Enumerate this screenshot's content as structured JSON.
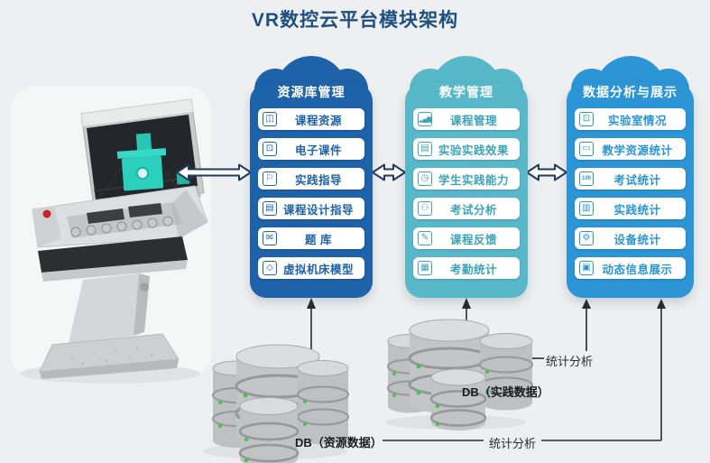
{
  "title": "VR数控云平台模块架构",
  "palette": {
    "background": "#edeff0",
    "title_color": "#1d5080",
    "column1": "#1e63a9",
    "column2": "#57b8ca",
    "column3": "#2c95d6",
    "arrow_outline": "#1f3c5c",
    "line_color": "#2a2a2a",
    "db_led_green": "#46c24e",
    "vr_model_teal": "#2bd0bc"
  },
  "columns": [
    {
      "header": "资源库管理",
      "color": "#1e63a9",
      "items": [
        {
          "label": "课程资源",
          "icon": "book-icon",
          "glyph": "◫"
        },
        {
          "label": "电子课件",
          "icon": "presentation-icon",
          "glyph": "⊡"
        },
        {
          "label": "实践指导",
          "icon": "signpost-icon",
          "glyph": "⚐"
        },
        {
          "label": "课程设计指导",
          "icon": "notebook-icon",
          "glyph": "▤"
        },
        {
          "label": "题 库",
          "icon": "mail-icon",
          "glyph": "✉"
        },
        {
          "label": "虚拟机床模型",
          "icon": "cube-icon",
          "glyph": "◇"
        }
      ]
    },
    {
      "header": "教学管理",
      "color": "#57b8ca",
      "items": [
        {
          "label": "课程管理",
          "icon": "bar-chart-icon",
          "glyph": "▂▄▆"
        },
        {
          "label": "实验实践效果",
          "icon": "report-icon",
          "glyph": "▤"
        },
        {
          "label": "学生实践能力",
          "icon": "clock-icon",
          "glyph": "◷"
        },
        {
          "label": "考试分析",
          "icon": "people-icon",
          "glyph": "⚇"
        },
        {
          "label": "课程反馈",
          "icon": "edit-icon",
          "glyph": "✎"
        },
        {
          "label": "考勤统计",
          "icon": "calendar-icon",
          "glyph": "▦"
        }
      ]
    },
    {
      "header": "数据分析与展示",
      "color": "#2c95d6",
      "items": [
        {
          "label": "实验室情况",
          "icon": "monitor-icon",
          "glyph": "⊡"
        },
        {
          "label": "教学资源统计",
          "icon": "folder-icon",
          "glyph": "▭"
        },
        {
          "label": "考试统计",
          "icon": "score-icon",
          "glyph": "100"
        },
        {
          "label": "实践统计",
          "icon": "building-icon",
          "glyph": "▥"
        },
        {
          "label": "设备统计",
          "icon": "device-icon",
          "glyph": "⚙"
        },
        {
          "label": "动态信息展示",
          "icon": "message-icon",
          "glyph": "▣"
        }
      ]
    }
  ],
  "databases": [
    {
      "label": "DB（资源数据）"
    },
    {
      "label": "DB（实践数据）"
    }
  ],
  "annotations": {
    "stat_top": "统计分析",
    "stat_bottom": "统计分析"
  }
}
